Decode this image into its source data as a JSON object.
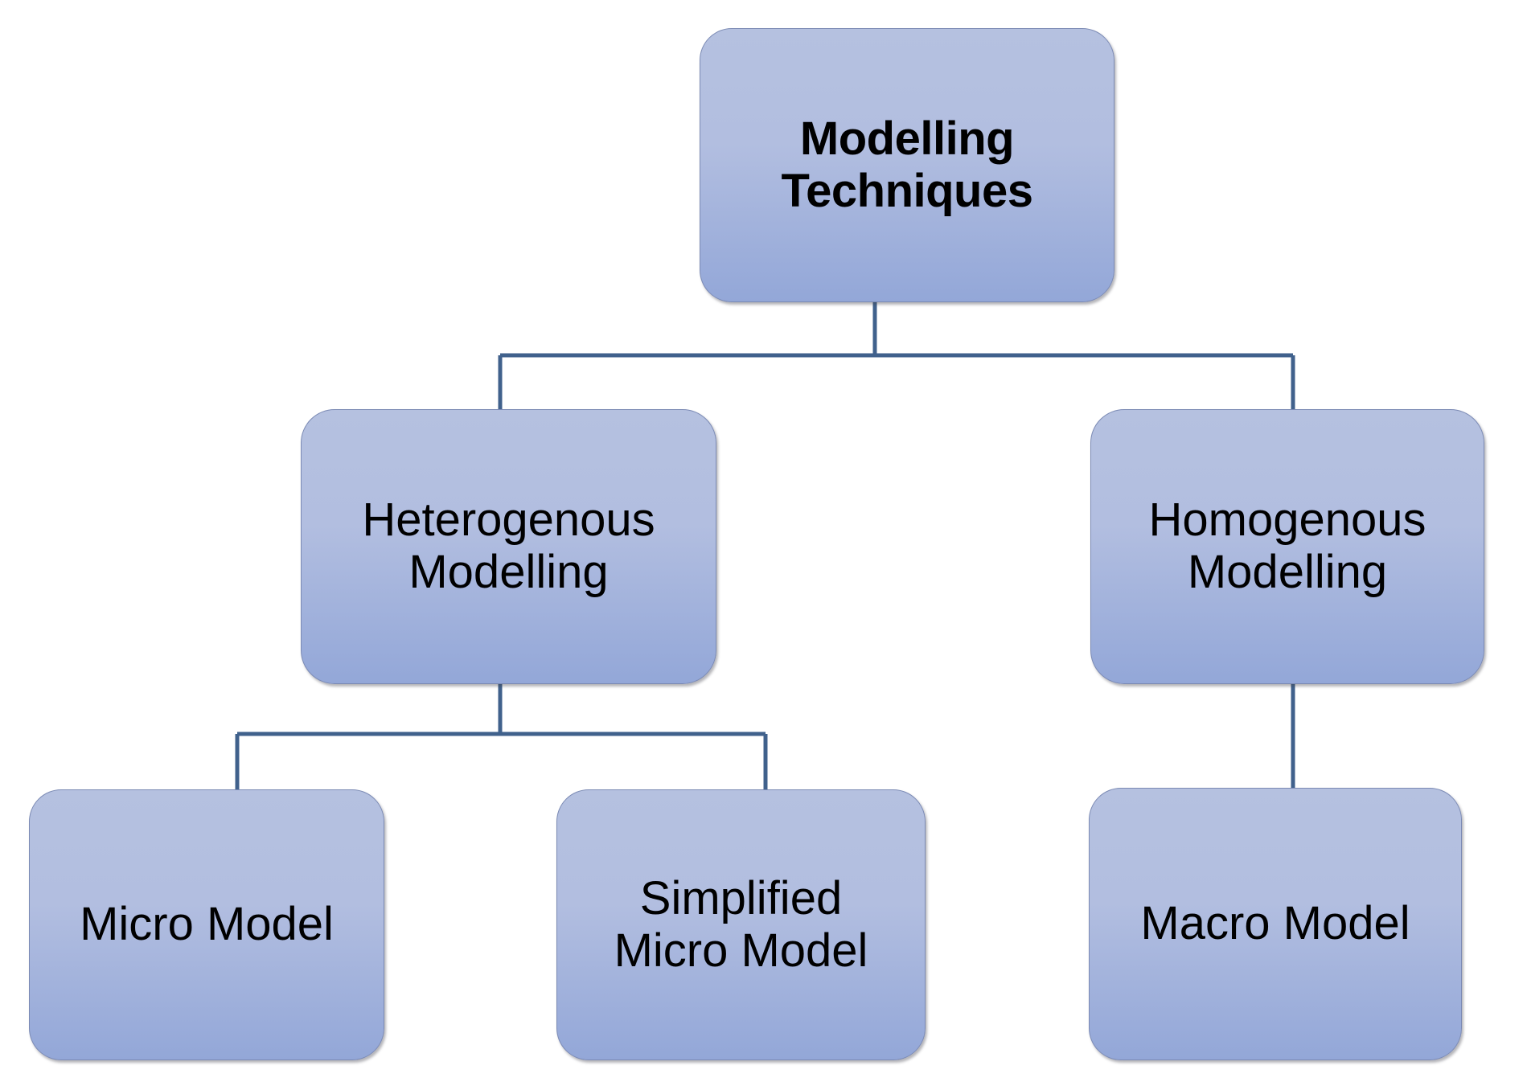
{
  "diagram": {
    "type": "hierarchy-tree",
    "title": "Modelling Techniques",
    "background_color": "#FFFFFF",
    "node_fill_top": "#B5C1E0",
    "node_fill_bottom": "#93A7D8",
    "node_border_color": "#7B8AB4",
    "connector_color": "#40618C",
    "text_color": "#000000",
    "levels": 3,
    "nodes": [
      {
        "id": "root",
        "label": "Modelling\nTechniques",
        "level": 1,
        "bold": true
      },
      {
        "id": "heterogenous",
        "label": "Heterogenous\nModelling",
        "level": 2,
        "bold": false,
        "parent": "root"
      },
      {
        "id": "homogenous",
        "label": "Homogenous\nModelling",
        "level": 2,
        "bold": false,
        "parent": "root"
      },
      {
        "id": "micro",
        "label": "Micro Model",
        "level": 3,
        "bold": false,
        "parent": "heterogenous"
      },
      {
        "id": "simplified-micro",
        "label": "Simplified\nMicro Model",
        "level": 3,
        "bold": false,
        "parent": "heterogenous"
      },
      {
        "id": "macro",
        "label": "Macro Model",
        "level": 3,
        "bold": false,
        "parent": "homogenous"
      }
    ],
    "edges": [
      {
        "from": "root",
        "to": "heterogenous"
      },
      {
        "from": "root",
        "to": "homogenous"
      },
      {
        "from": "heterogenous",
        "to": "micro"
      },
      {
        "from": "heterogenous",
        "to": "simplified-micro"
      },
      {
        "from": "homogenous",
        "to": "macro"
      }
    ]
  }
}
